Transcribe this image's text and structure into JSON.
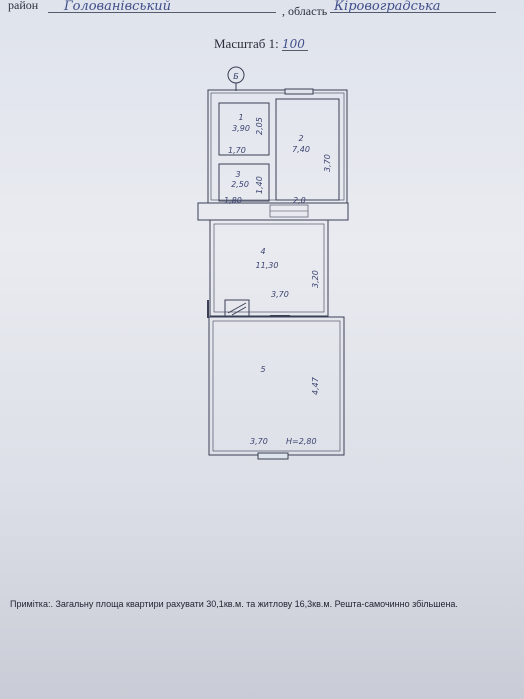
{
  "header": {
    "district_label": "район",
    "district_value": "Голованівський",
    "region_label": ", область",
    "region_value": "Кіровоградська"
  },
  "scale": {
    "label": "Масштаб 1:",
    "value": "100"
  },
  "plan": {
    "axis_marker": "Б",
    "rooms": [
      {
        "number": "1",
        "area": "3,90"
      },
      {
        "number": "2",
        "area": "7,40"
      },
      {
        "number": "3",
        "area": "2,50"
      },
      {
        "number": "4",
        "area": "11,30"
      },
      {
        "number": "5",
        "area": ""
      }
    ],
    "dimensions": {
      "d_2_05": "2,05",
      "d_1_70": "1,70",
      "d_3_70_right": "3,70",
      "d_1_40": "1,40",
      "d_1_80": "1,80",
      "d_2_0": "2,0",
      "d_3_20": "3,20",
      "d_3_70_mid": "3,70",
      "d_4_47": "4,47",
      "d_3_70_bottom": "3,70",
      "d_height": "Н=2,80"
    }
  },
  "note": "Примітка:. Загальну площа квартири рахувати 30,1кв.м. та житлову 16,3кв.м. Решта-самочинно збільшена."
}
